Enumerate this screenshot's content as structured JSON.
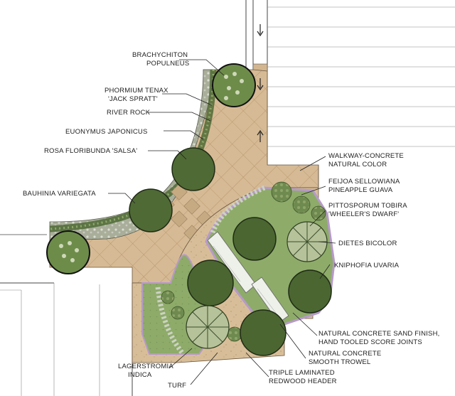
{
  "labels": {
    "brachychiton": [
      "BRACHYCHITON",
      "POPULNEUS"
    ],
    "phormium": [
      "PHORMIUM TENAX",
      "'JACK SPRATT'"
    ],
    "river_rock": "RIVER ROCK",
    "euonymus": "EUONYMUS JAPONICUS",
    "rosa": "ROSA FLORIBUNDA 'SALSA'",
    "bauhinia": "BAUHINIA VARIEGATA",
    "walkway": [
      "WALKWAY-CONCRETE",
      "NATURAL COLOR"
    ],
    "feijoa": [
      "FEIJOA SELLOWIANA",
      "PINEAPPLE GUAVA"
    ],
    "pittosporum": [
      "PITTOSPORUM TOBIRA",
      "'WHEELER'S DWARF'"
    ],
    "dietes": "DIETES BICOLOR",
    "kniphofia": "KNIPHOFIA UVARIA",
    "sand_finish": [
      "NATURAL CONCRETE SAND FINISH,",
      "HAND TOOLED SCORE JOINTS"
    ],
    "smooth_trowel": [
      "NATURAL CONCRETE",
      "SMOOTH TROWEL"
    ],
    "lagerstromia": [
      "LAGERSTROMIA",
      "INDICA"
    ],
    "turf": "TURF",
    "redwood": [
      "TRIPLE LAMINATED",
      "REDWOOD HEADER"
    ]
  },
  "colors": {
    "paving": "#d4b893",
    "paving_dark": "#c1a27a",
    "planter_gray": "#9aa08c",
    "shrub_green": "#6f8a4f",
    "tree_green": "#55703b",
    "turf_green": "#8aa866",
    "border_purple": "#b79ac9",
    "brick_tan": "#cdb187"
  },
  "icons": [
    "arrow-down-icon",
    "arrow-up-icon"
  ]
}
